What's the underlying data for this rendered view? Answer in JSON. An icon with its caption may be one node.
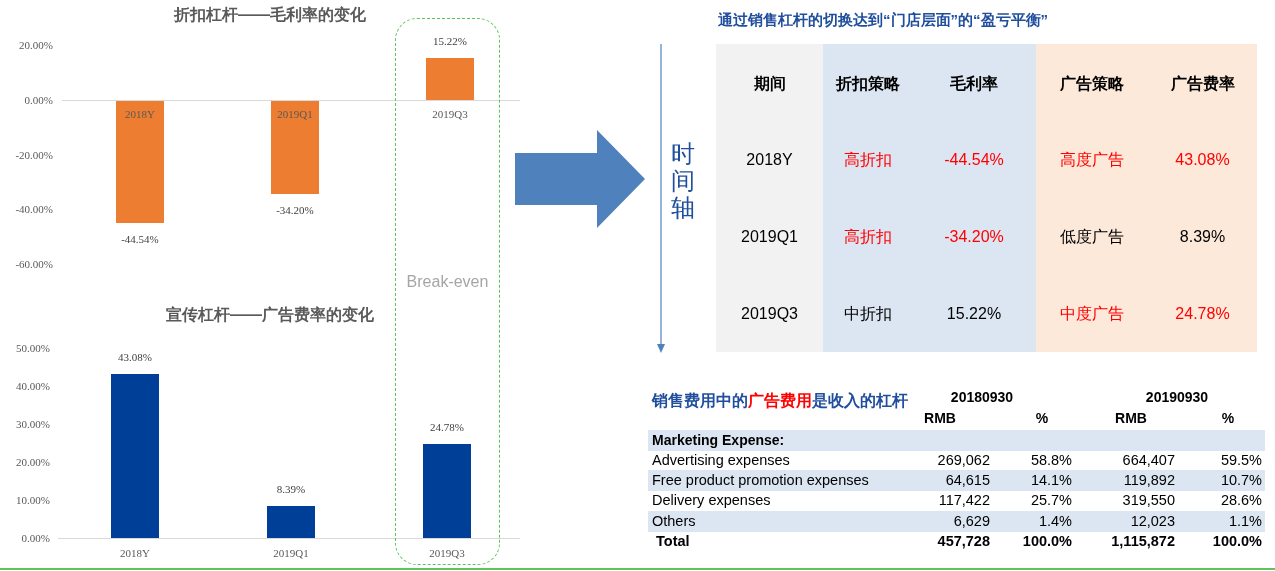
{
  "diagram": {
    "nodes": [
      {
        "text": [
          "Break-even"
        ]
      }
    ],
    "labels": [
      "通过销售杠杆的切换达到“门店层面”的“盈亏平衡”",
      "时间轴",
      "期间",
      "折扣策略",
      "毛利率",
      "广告策略",
      "广告费率",
      "2018Y",
      "高折扣",
      "-44.54%",
      "高度广告",
      "43.08%",
      "2019Q1",
      "高折扣",
      "-34.20%",
      "低度广告",
      "8.39%",
      "2019Q3",
      "中折扣",
      "15.22%",
      "中度广告",
      "24.78%",
      "销售费用中的",
      "广告费用",
      "是收入的杠杆",
      "20180930",
      "20190930",
      "RMB",
      "%",
      "RMB",
      "%",
      "Marketing Expense:",
      "Advertising expenses",
      "269,062",
      "58.8%",
      "664,407",
      "59.5%",
      "Free product promotion expenses",
      "64,615",
      "14.1%",
      "119,892",
      "10.7%",
      "Delivery expenses",
      "117,422",
      "25.7%",
      "319,550",
      "28.6%",
      "Others",
      "6,629",
      "1.4%",
      "12,023",
      "1.1%",
      "Total",
      "457,728",
      "100.0%",
      "1,115,872",
      "100.0%"
    ],
    "chart_data": [
      {
        "type": "bar",
        "title": "折扣杠杆——毛利率的变化",
        "categories": [
          "2018Y",
          "2019Q1",
          "2019Q3"
        ],
        "series": [
          {
            "color": "#ed7d31",
            "values": [
              -44.54,
              -34.2,
              15.22
            ]
          }
        ],
        "ylim": [
          -60,
          20
        ],
        "yticks": [
          {
            "value": 20,
            "label": "20.00%"
          },
          {
            "value": 0,
            "label": "0.00%"
          },
          {
            "value": -20,
            "label": "-20.00%"
          },
          {
            "value": -40,
            "label": "-40.00%"
          },
          {
            "value": -60,
            "label": "-60.00%"
          }
        ],
        "value_labels": [
          "-44.54%",
          "-34.20%",
          "15.22%"
        ]
      },
      {
        "type": "bar",
        "title": "宣传杠杆——广告费率的变化",
        "categories": [
          "2018Y",
          "2019Q1",
          "2019Q3"
        ],
        "series": [
          {
            "color": "#003f98",
            "values": [
              43.08,
              8.39,
              24.78
            ]
          }
        ],
        "ylim": [
          0,
          50
        ],
        "yticks": [
          {
            "value": 50,
            "label": "50.00%"
          },
          {
            "value": 40,
            "label": "40.00%"
          },
          {
            "value": 30,
            "label": "30.00%"
          },
          {
            "value": 20,
            "label": "20.00%"
          },
          {
            "value": 10,
            "label": "10.00%"
          },
          {
            "value": 0,
            "label": "0.00%"
          }
        ],
        "value_labels": [
          "43.08%",
          "8.39%",
          "24.78%"
        ]
      }
    ]
  }
}
